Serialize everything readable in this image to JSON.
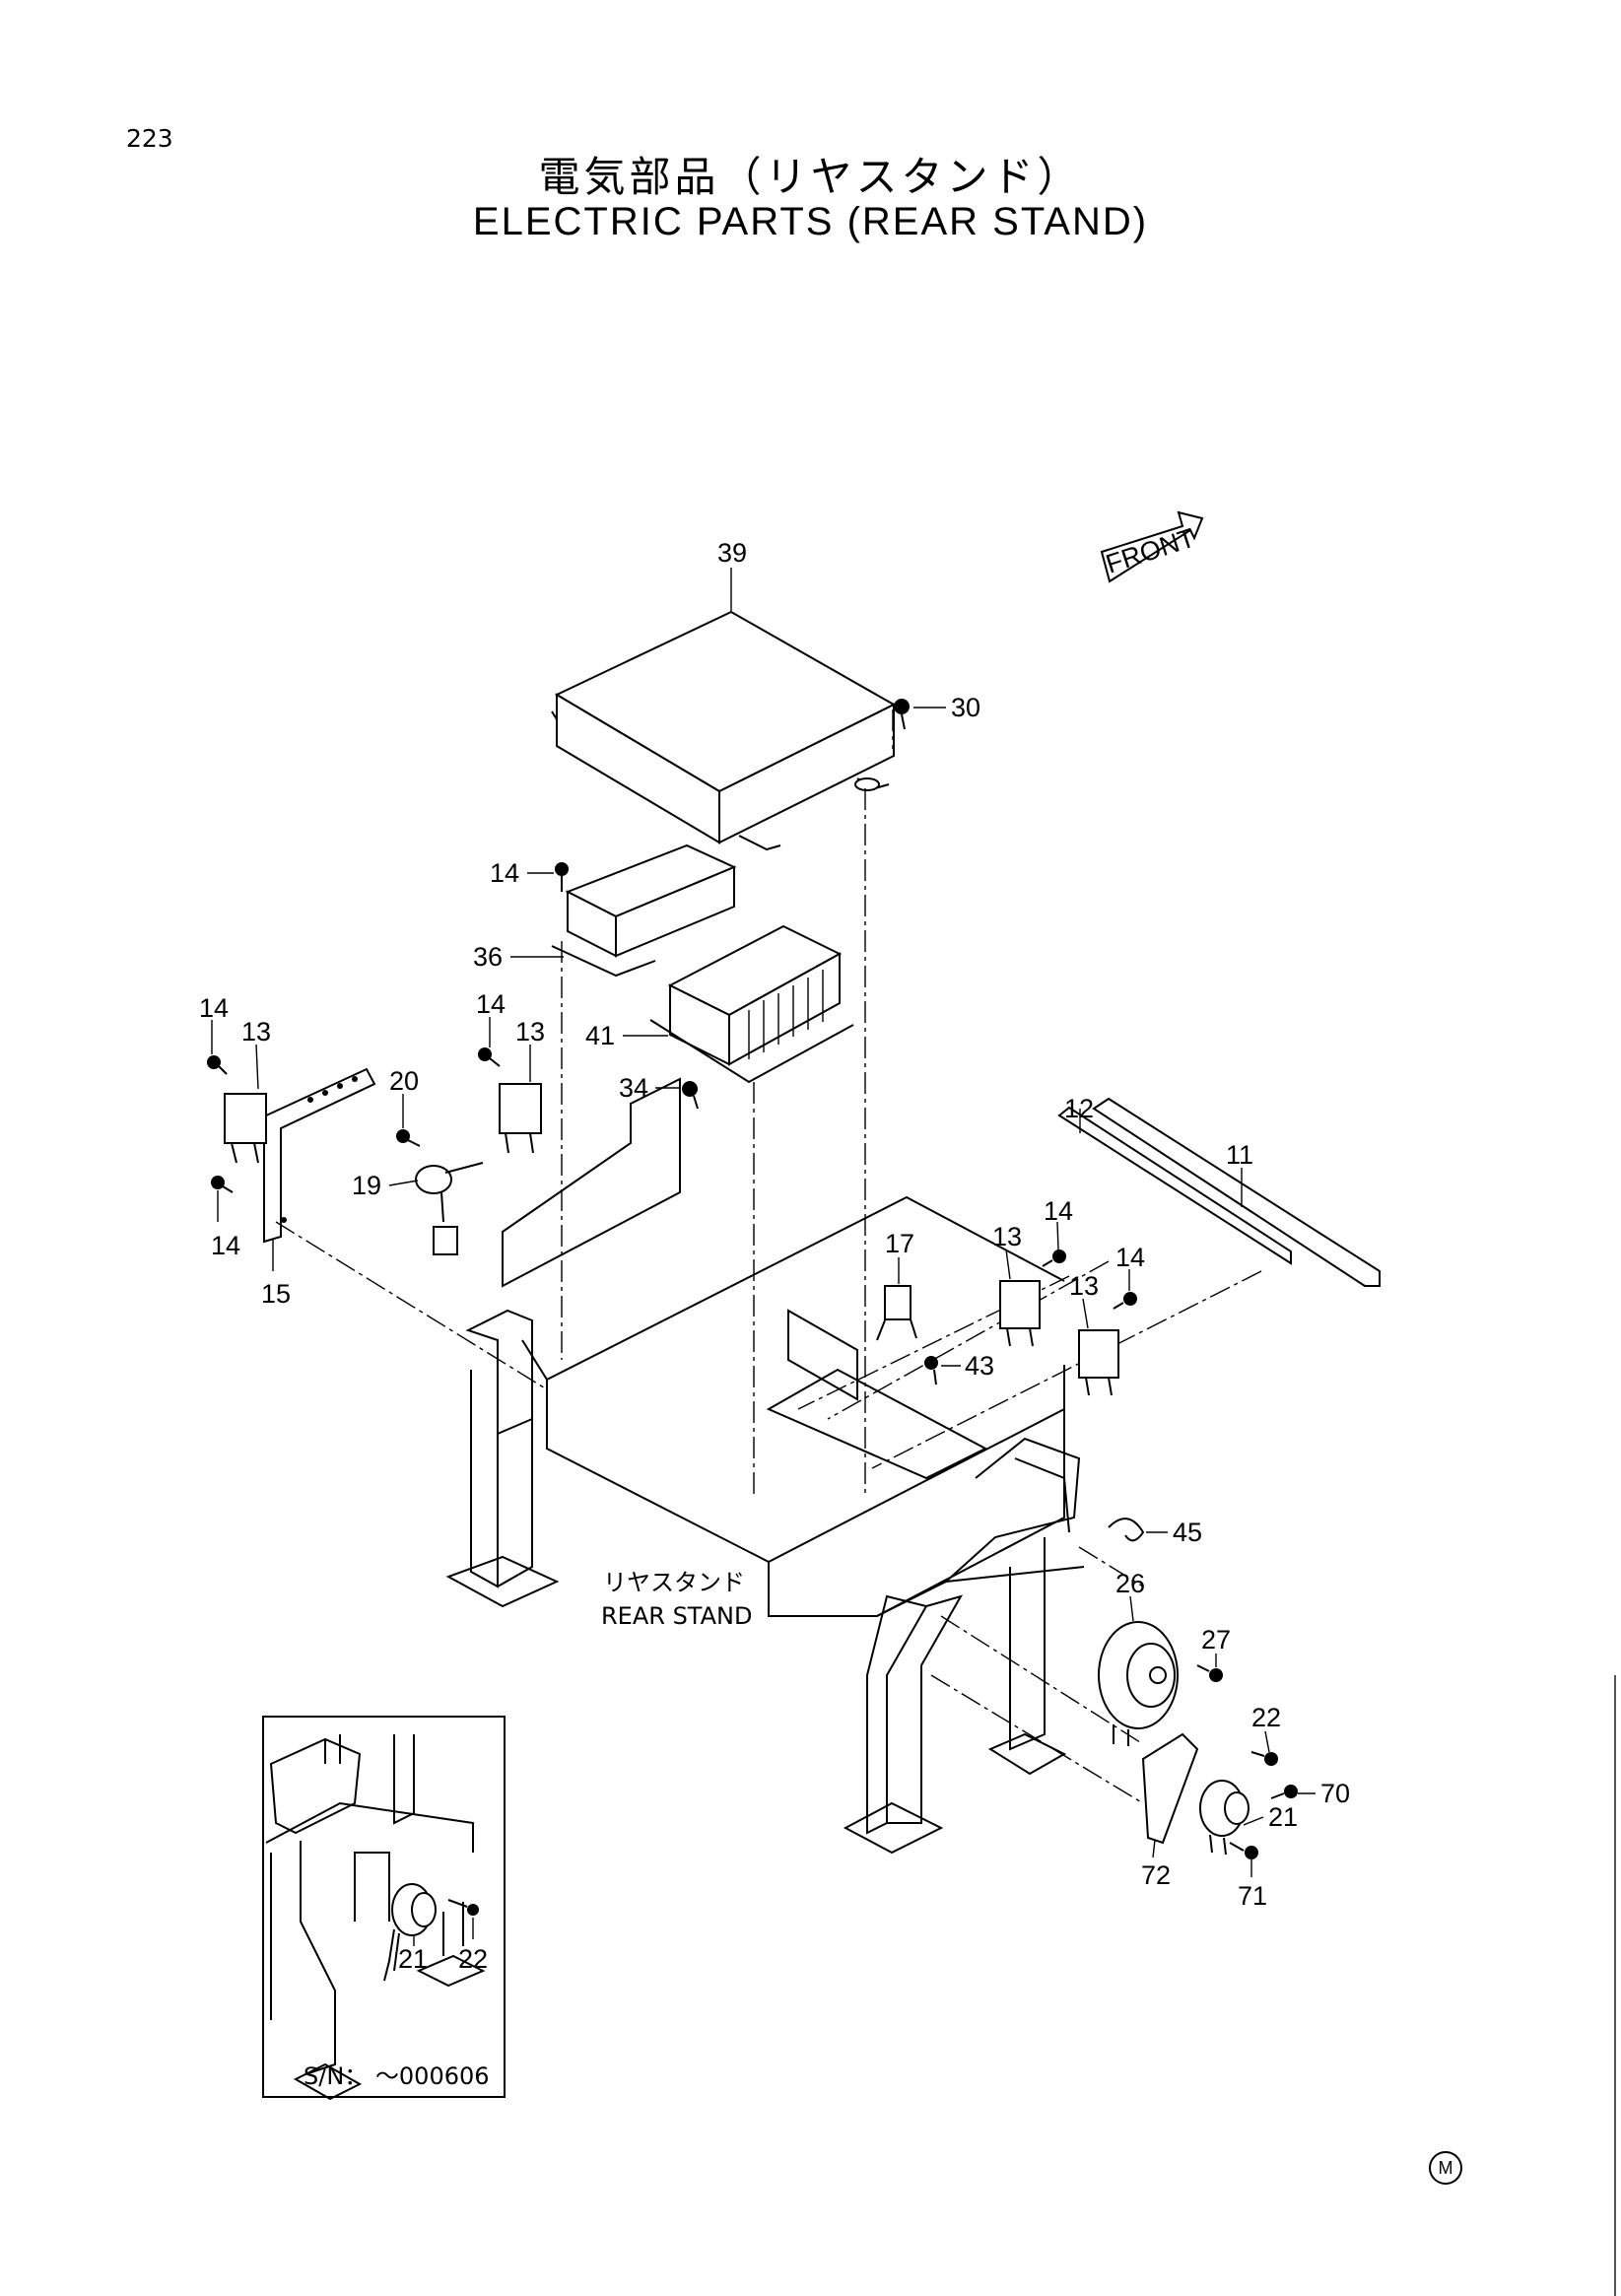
{
  "page_number": "223",
  "title_jp": "電気部品（リヤスタンド）",
  "title_en": "ELECTRIC PARTS (REAR STAND)",
  "front_label": "FRONT",
  "stand_caption_jp": "リヤスタンド",
  "stand_caption_en": "REAR STAND",
  "inset_serial": "S/N： ～000606",
  "corner_mark": "M",
  "callouts": {
    "c39": "39",
    "c30": "30",
    "c14a": "14",
    "c36": "36",
    "c41": "41",
    "c34": "34",
    "c14b": "14",
    "c13b": "13",
    "c14c": "14",
    "c13c": "13",
    "c20": "20",
    "c19": "19",
    "c14d": "14",
    "c15": "15",
    "c12": "12",
    "c11": "11",
    "c17": "17",
    "c13d": "13",
    "c14e": "14",
    "c14f": "14",
    "c13e": "13",
    "c43": "43",
    "c45": "45",
    "c26": "26",
    "c27": "27",
    "c22a": "22",
    "c70": "70",
    "c21a": "21",
    "c72": "72",
    "c71": "71",
    "c21b": "21",
    "c22b": "22"
  }
}
